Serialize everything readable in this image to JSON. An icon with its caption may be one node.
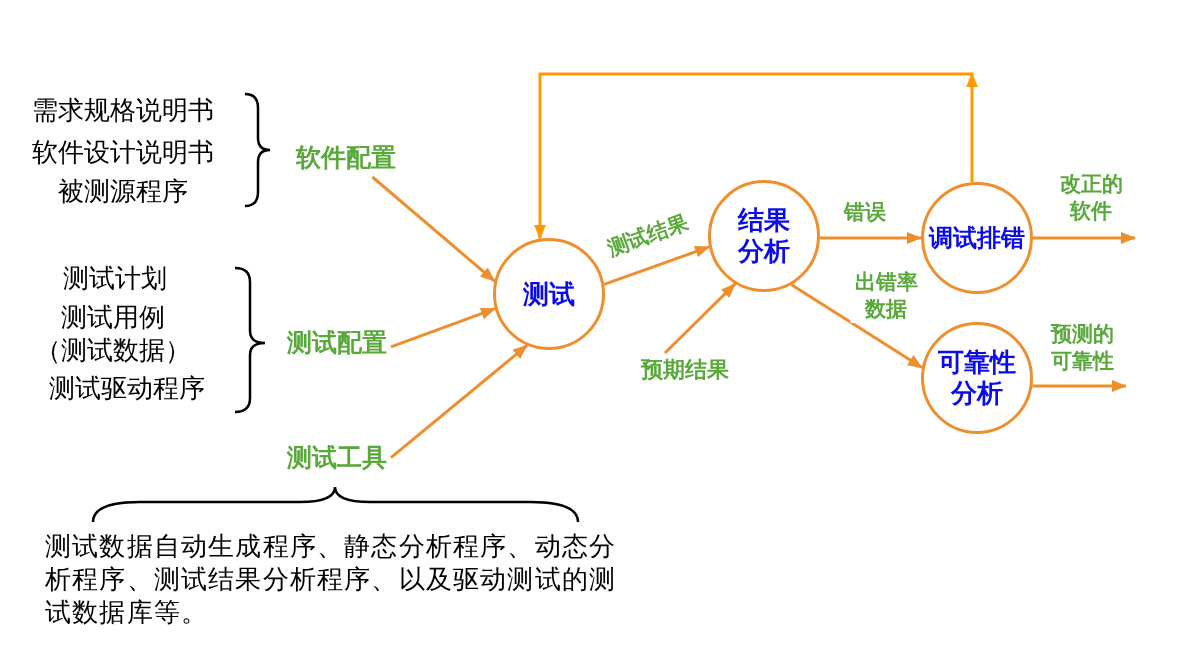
{
  "diagram": {
    "nodes": [
      {
        "text": [
          "软件配置"
        ]
      },
      {
        "text": [
          "测试配置"
        ]
      },
      {
        "text": [
          "测试工具"
        ]
      },
      {
        "text": [
          "测试"
        ]
      },
      {
        "text": [
          "结果分析"
        ]
      },
      {
        "text": [
          "预期结果"
        ]
      },
      {
        "text": [
          "调试排错"
        ]
      },
      {
        "text": [
          "可靠性分析"
        ]
      }
    ],
    "edges": [
      {
        "from": 0,
        "to": 3,
        "arrow": "to"
      },
      {
        "from": 1,
        "to": 3,
        "arrow": "to"
      },
      {
        "from": 2,
        "to": 3,
        "arrow": "to"
      },
      {
        "from": 3,
        "to": 4,
        "arrow": "to",
        "label": "测试结果"
      },
      {
        "from": 5,
        "to": 4,
        "arrow": "to"
      },
      {
        "from": 4,
        "to": 6,
        "arrow": "to",
        "label": "错误"
      },
      {
        "from": 4,
        "to": 7,
        "arrow": "to",
        "label": "出错率数据"
      },
      {
        "from": 6,
        "to": 3,
        "arrow": "to",
        "color": "#ff9900"
      },
      {
        "from": 6,
        "to": null,
        "arrow": "to",
        "label": "改正的软件"
      },
      {
        "from": 7,
        "to": null,
        "arrow": "to",
        "label": "预测的可靠性"
      }
    ],
    "labels": [
      "需求规格说明书",
      "软件设计说明书",
      "被测源程序",
      "测试计划",
      "测试用例",
      "（测试数据）",
      "测试驱动程序",
      "测试数据自动生成程序、静态分析程序、动态分析程序、测试结果分析程序、以及驱动测试的测试数据库等。"
    ]
  }
}
